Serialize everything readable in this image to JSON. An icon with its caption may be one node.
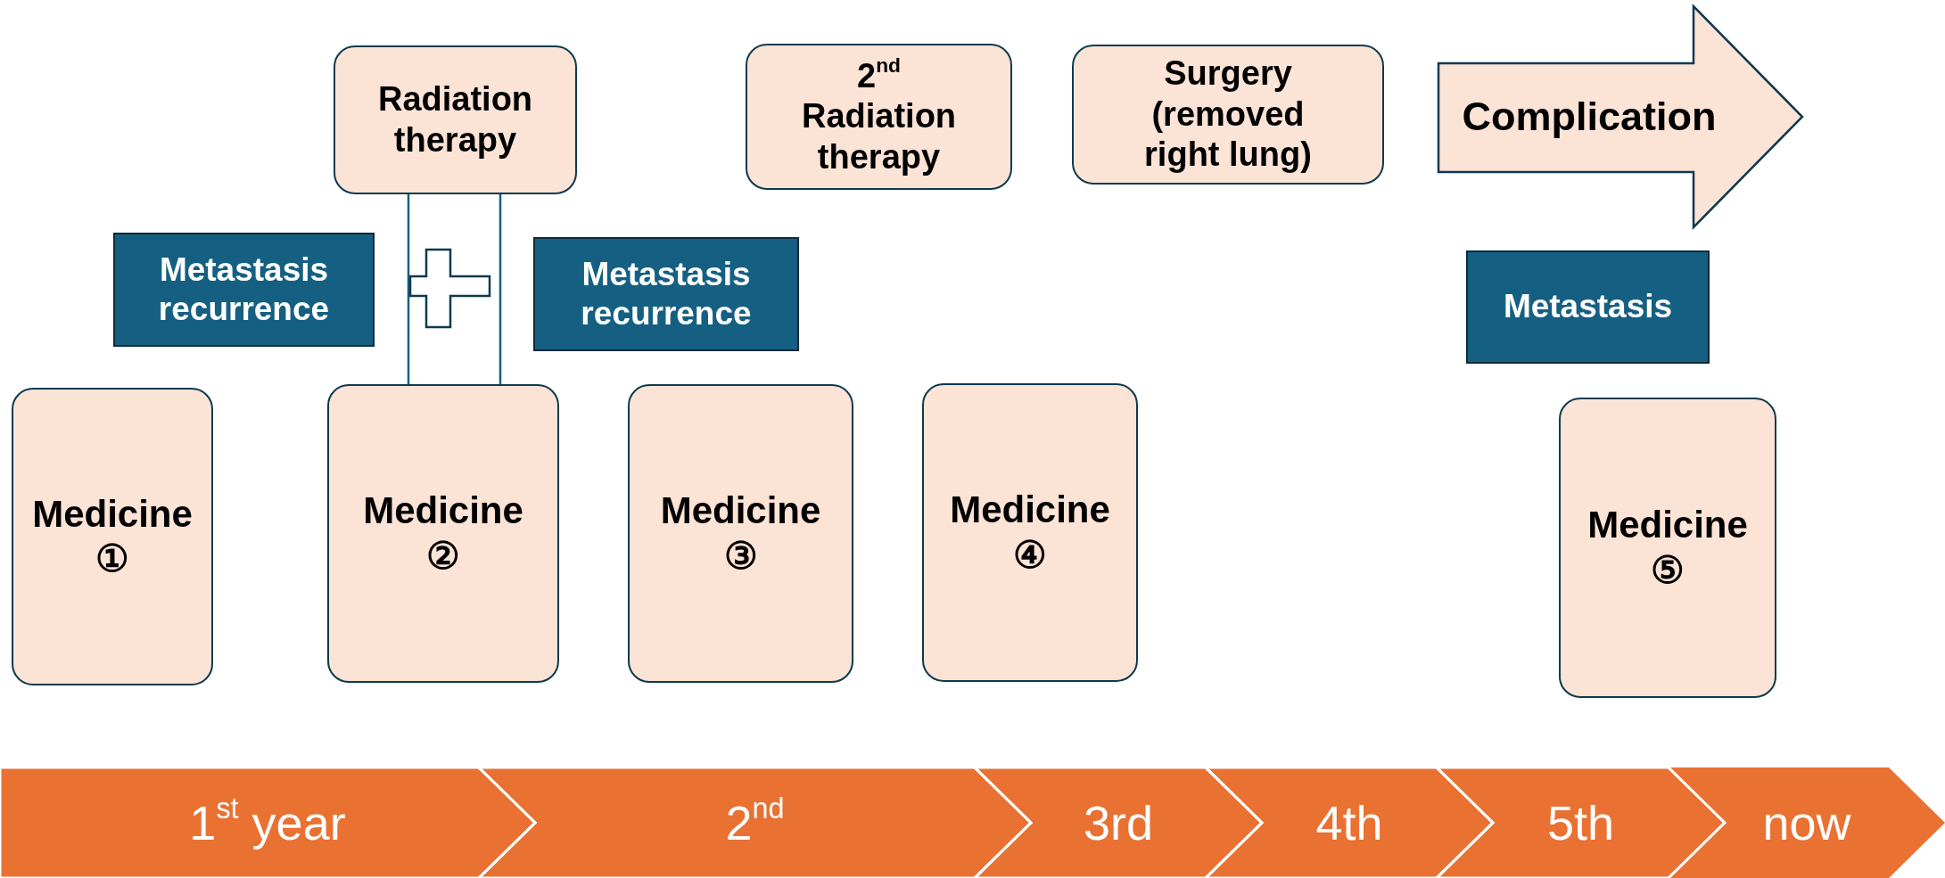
{
  "diagram": {
    "nodes": [
      {
        "text": [
          "Radiation therapy"
        ]
      },
      {
        "text": [
          "2$^{nd}$ Radiation therapy"
        ]
      },
      {
        "text": [
          "Surgery (removed right lung)"
        ]
      },
      {
        "text": [
          "Complication"
        ]
      },
      {
        "text": [
          "Metastasis recurrence"
        ]
      },
      {
        "text": [
          "Metastasis recurrence"
        ]
      },
      {
        "text": [
          "Metastasis"
        ]
      },
      {
        "text": [
          "Medicine ①"
        ]
      },
      {
        "text": [
          "Medicine ②"
        ]
      },
      {
        "text": [
          "Medicine ③"
        ]
      },
      {
        "text": [
          "Medicine ④"
        ]
      },
      {
        "text": [
          "Medicine ⑤"
        ]
      },
      {
        "text": [
          "1$^{st}$ year"
        ]
      },
      {
        "text": [
          "2$^{nd}$"
        ]
      },
      {
        "text": [
          "3rd"
        ]
      },
      {
        "text": [
          "4th"
        ]
      },
      {
        "text": [
          "5th"
        ]
      },
      {
        "text": [
          "now"
        ]
      }
    ],
    "edges": [
      {
        "from": 0,
        "to": 8,
        "arrow": "none"
      },
      {
        "from": 0,
        "to": 8,
        "arrow": "none"
      }
    ]
  }
}
